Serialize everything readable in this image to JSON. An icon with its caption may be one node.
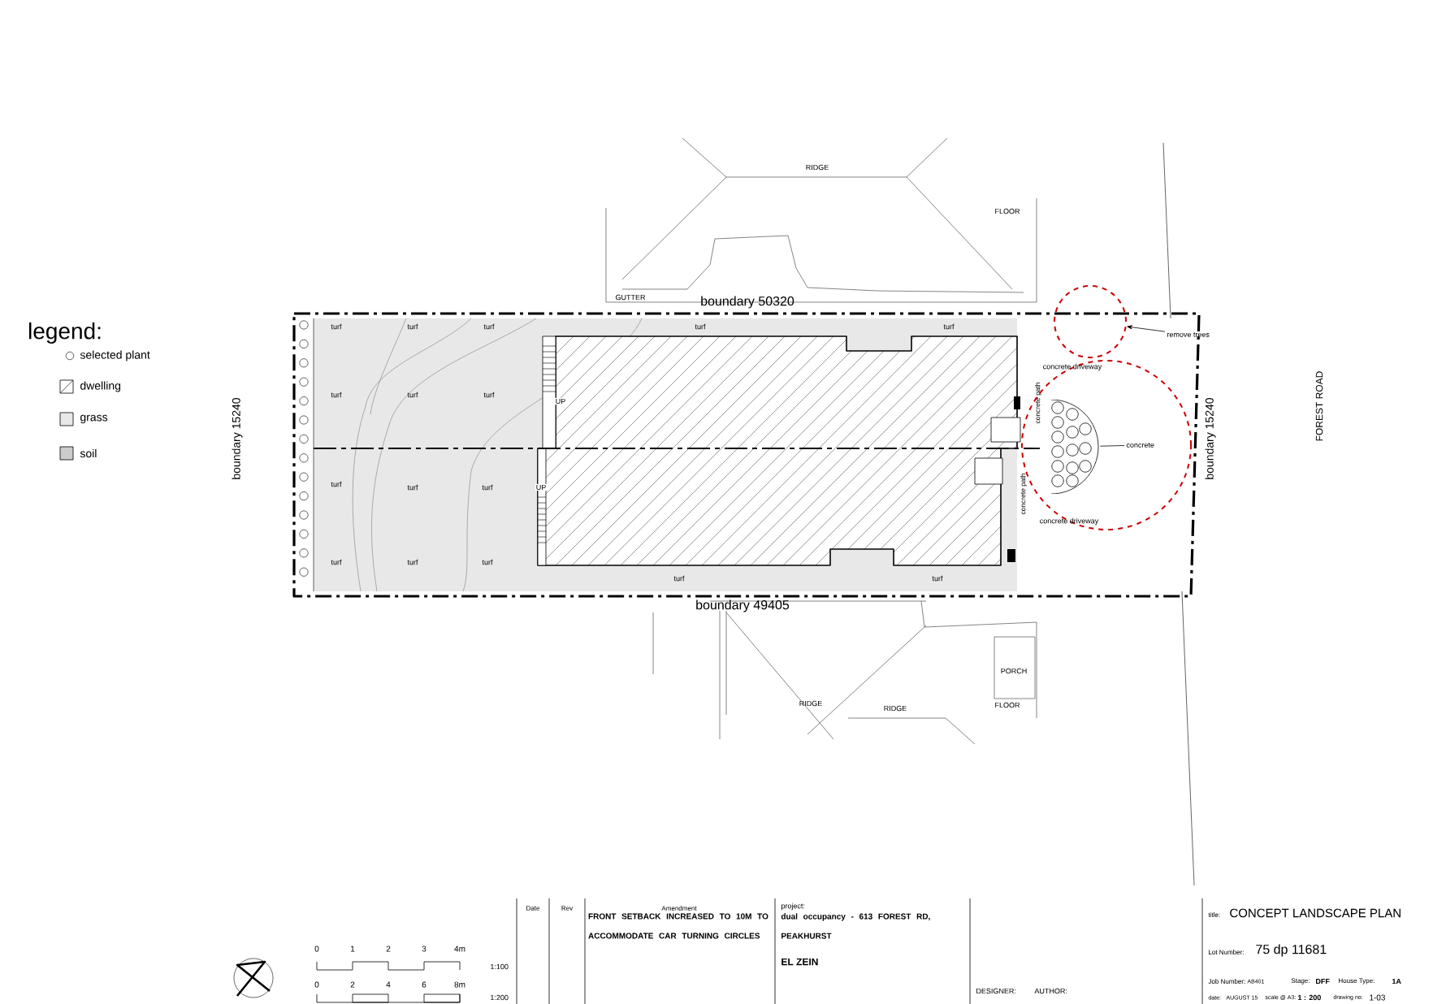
{
  "diagram": {
    "nodes": [
      {
        "text": [],
        "shape": "circle"
      },
      {
        "text": [
          "remove trees"
        ]
      },
      {
        "text": [],
        "shape": "circle"
      },
      {
        "text": [],
        "shape": "picture",
        "in": 2
      },
      {
        "text": [
          "concrete"
        ],
        "in": 2
      }
    ],
    "edges": [
      {
        "from": 1,
        "to": 0,
        "arrow": "to"
      },
      {
        "from": 4,
        "to": 3,
        "arrow": "none"
      }
    ],
    "labels": [
      "legend:",
      "boundary 50320",
      "boundary 15240",
      "turf",
      "turf",
      "turf",
      "turf",
      "turf",
      "turf",
      "turf",
      "turf",
      "turf",
      "turf",
      "turf",
      "turf",
      "turf",
      "turf",
      "UP",
      "UP",
      "concrete driveway",
      "concrete path",
      "concrete path",
      "concrete driveway",
      "turf",
      "turf",
      "boundary 15240",
      "boundary 49405",
      "FOREST ROAD",
      "RIDGE",
      "GUTTER",
      "FLOOR",
      "RIDGE",
      "RIDGE",
      "PORCH",
      "FLOOR",
      "0",
      "1",
      "2",
      "3",
      "4m",
      "1:100",
      "0",
      "2",
      "4",
      "6",
      "8m",
      "1:200",
      "Date",
      "Rev",
      "Amendment",
      "FRONT SETBACK INCREASED TO 10M TO ACCOMMODATE CAR TURNING CIRCLES",
      "project:",
      "dual occupancy - 613 FOREST RD, PEAKHURST",
      "EL ZEIN",
      "DESIGNER:",
      "AUTHOR:",
      "title:",
      "CONCEPT LANDSCAPE PLAN",
      "Lot Number:",
      "75 dp 11681",
      "Job Number:",
      "AB401",
      "Stage:",
      "DFF",
      "House Type:",
      "1A",
      "date:",
      "AUGUST 15",
      "scale @ A3:",
      "1 : 200",
      "drawing no:",
      "1-03"
    ],
    "legend": [
      {
        "text": "selected plant"
      },
      {
        "text": "dwelling"
      },
      {
        "text": "grass"
      },
      {
        "text": "soil"
      }
    ]
  }
}
